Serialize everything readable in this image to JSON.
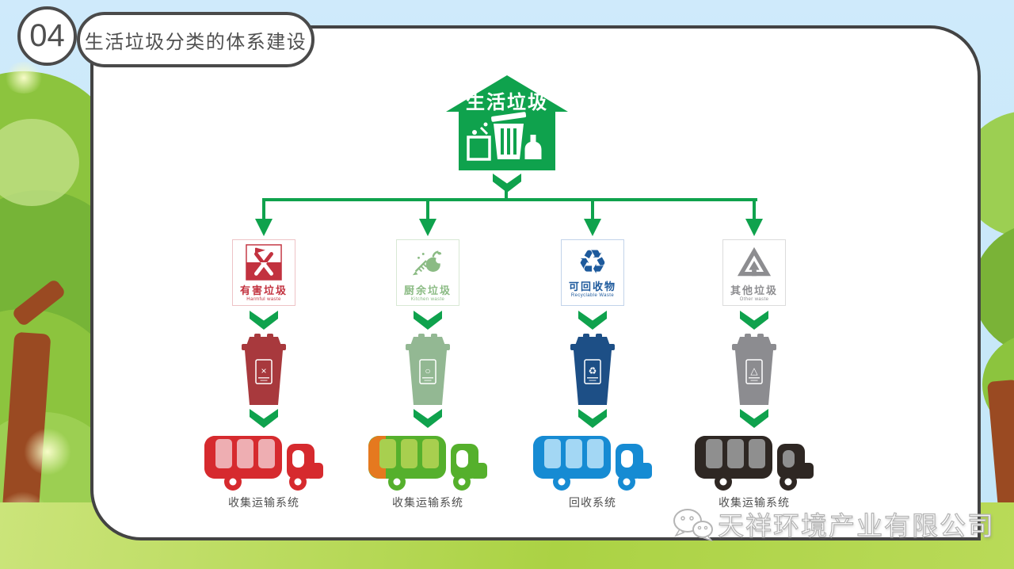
{
  "slide": {
    "badge": "04",
    "title": "生活垃圾分类的体系建设"
  },
  "theme": {
    "green": "#0fa24d",
    "panel_border": "#434343",
    "label_color": "#4f4f4f"
  },
  "background": {
    "sky": "#c9e9f8",
    "grass": "#aed34a",
    "foliage": "#8cc43e",
    "trunk": "#9a4a22"
  },
  "root": {
    "label": "生活垃圾",
    "icon": "waste-house-icon",
    "color": "#0fa24d"
  },
  "categories": [
    {
      "name": "有害垃圾",
      "name_en": "Harmful waste",
      "icon": "harmful-waste-icon",
      "color": "#c2323f",
      "card_border": "#eec3c6",
      "bin_color": "#a8393d",
      "bin_glyph": "×",
      "truck": {
        "body": "#d62a2e",
        "panel": "#eeaeb2",
        "accent": "#d62a2e",
        "window": "#ffffff"
      },
      "system": "收集运输系统"
    },
    {
      "name": "厨余垃圾",
      "name_en": "Kitchen waste",
      "icon": "kitchen-waste-icon",
      "color": "#8bbb84",
      "card_border": "#d8e8d4",
      "bin_color": "#93b893",
      "bin_glyph": "○",
      "truck": {
        "body": "#55b02c",
        "panel": "#a8cf4f",
        "accent": "#e5791f",
        "window": "#ffffff"
      },
      "system": "收集运输系统"
    },
    {
      "name": "可回收物",
      "name_en": "Recyclable Waste",
      "icon": "recyclable-icon",
      "glyph": "♻",
      "color": "#1e5a9c",
      "card_border": "#c2d3ea",
      "bin_color": "#1d4f86",
      "bin_glyph": "♻",
      "truck": {
        "body": "#168bd3",
        "panel": "#a3d7f4",
        "accent": "#168bd3",
        "window": "#ffffff"
      },
      "system": "回收系统"
    },
    {
      "name": "其他垃圾",
      "name_en": "Other waste",
      "icon": "other-waste-icon",
      "color": "#8d8d90",
      "card_border": "#dcdcdc",
      "bin_color": "#8c8c90",
      "bin_glyph": "△",
      "truck": {
        "body": "#2e2723",
        "panel": "#8f8f8f",
        "accent": "#2e2723",
        "window": "#8f8f8f"
      },
      "system": "收集运输系统"
    }
  ],
  "watermark": {
    "company": "天祥环境产业有限公司",
    "icon": "wechat-icon"
  }
}
